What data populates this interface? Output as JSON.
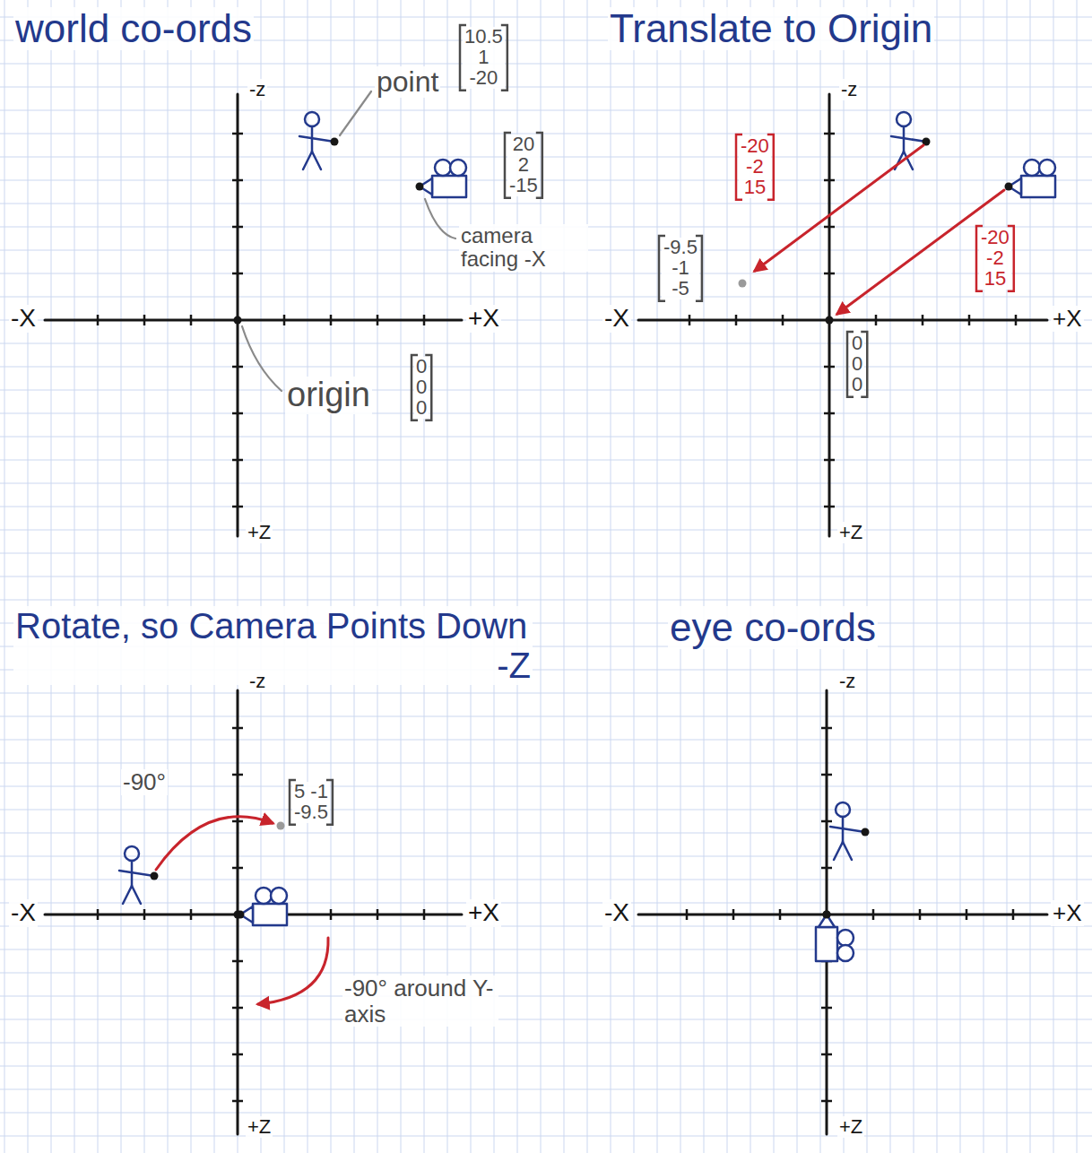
{
  "diagram": {
    "labels": [
      "world co-ords",
      "-z",
      "point",
      "10.5 1 -20",
      "20 2 -15",
      "camera facing -X",
      "-X",
      "+X",
      "origin",
      "0 0 0",
      "+Z",
      "Translate to Origin",
      "-z",
      "-20 -2 15",
      "-20 -2 15",
      "-9.5 -1 -5",
      "-X",
      "+X",
      "0 0 0",
      "+Z",
      "Rotate, so Camera Points Down -Z",
      "-z",
      "-90°",
      "5 -1 -9.5",
      "-X",
      "+X",
      "-90° around Y-axis",
      "+Z",
      "eye co-ords",
      "-z",
      "-X",
      "+X",
      "+Z"
    ]
  }
}
